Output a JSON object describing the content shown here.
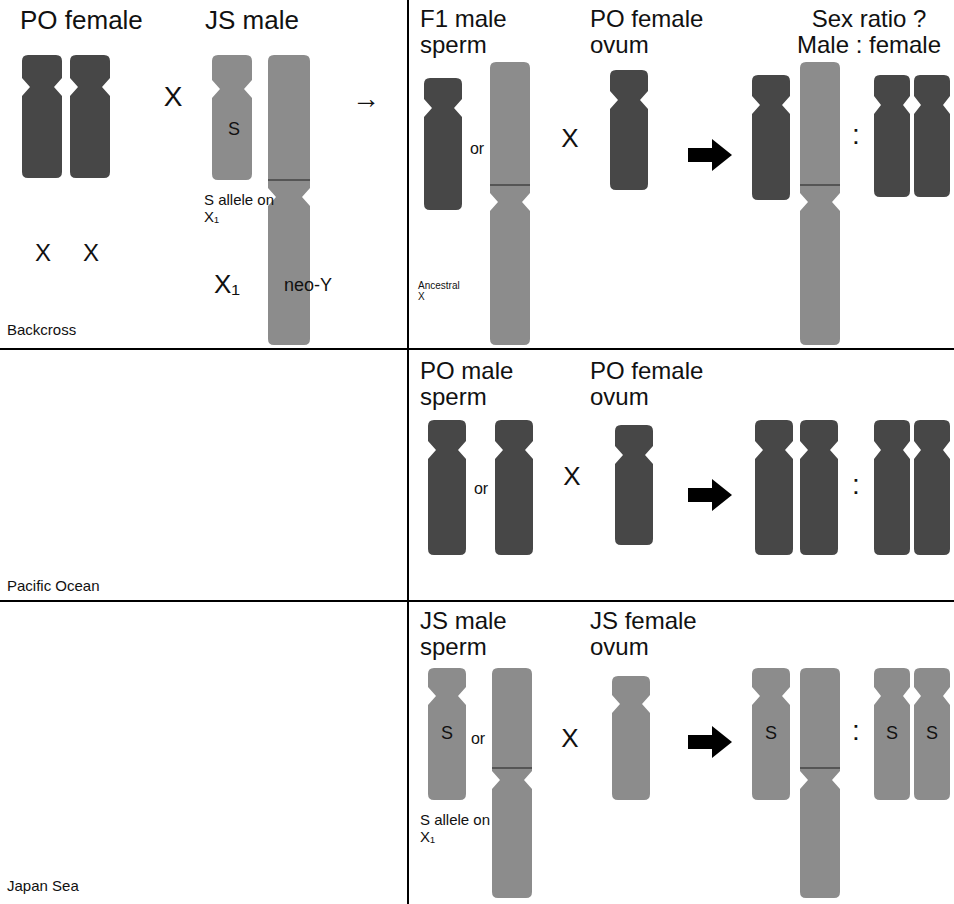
{
  "diagram": {
    "labels": [
      "PO female",
      "JS male",
      "X",
      "S",
      "→",
      "S allele on X₁",
      "X",
      "X",
      "X₁",
      "neo-Y",
      "Backcross",
      "F1 male sperm",
      "or",
      "Ancestral X",
      "X",
      "PO female ovum",
      "Sex ratio ? Male : female",
      ":",
      "PO male sperm",
      "or",
      "X",
      "PO female ovum",
      ":",
      "Pacific Ocean",
      "JS male sperm",
      "JS female ovum",
      "S",
      "or",
      "S allele on X₁",
      "X",
      "S",
      "S",
      "S",
      ":",
      "Japan Sea"
    ]
  }
}
